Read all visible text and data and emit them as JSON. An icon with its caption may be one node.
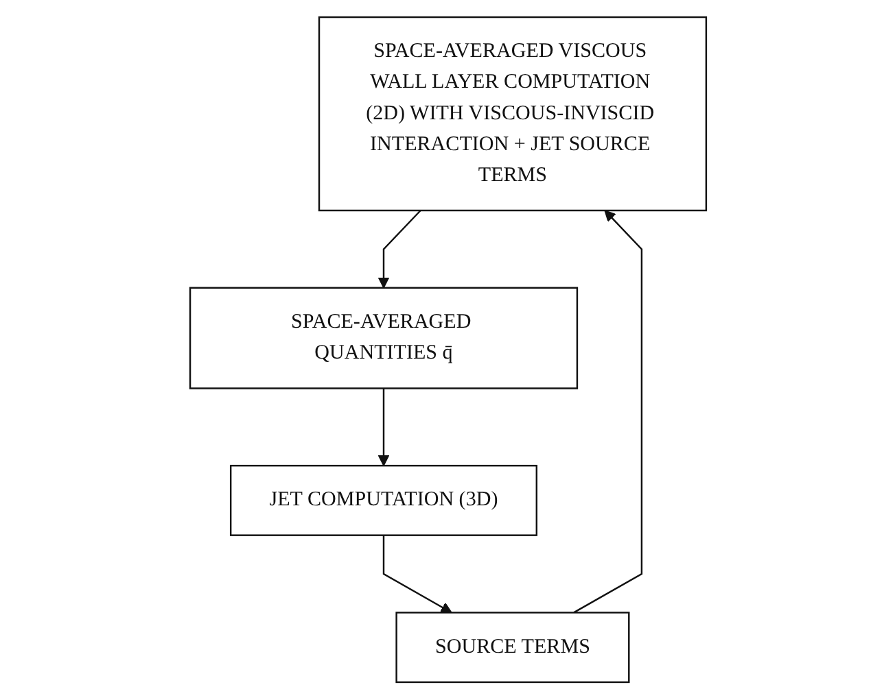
{
  "diagram": {
    "nodes": [
      {
        "text": [
          "SPACE-AVERAGED VISCOUS WALL LAYER COMPUTATION (2D) WITH VISCOUS-INVISCID INTERACTION + JET SOURCE TERMS"
        ]
      },
      {
        "text": [
          "SOURCE TERMS"
        ]
      },
      {
        "text": [
          "SPACE-AVERAGED QUANTITIES q̄"
        ]
      },
      {
        "text": [
          "JET COMPUTATION (3D)"
        ]
      }
    ],
    "edges": [
      {
        "from": 0,
        "to": 2,
        "arrow": "to"
      },
      {
        "from": 2,
        "to": 3,
        "arrow": "to"
      },
      {
        "from": 3,
        "to": 1,
        "arrow": "to"
      },
      {
        "from": 1,
        "to": 0,
        "arrow": "to"
      }
    ]
  }
}
